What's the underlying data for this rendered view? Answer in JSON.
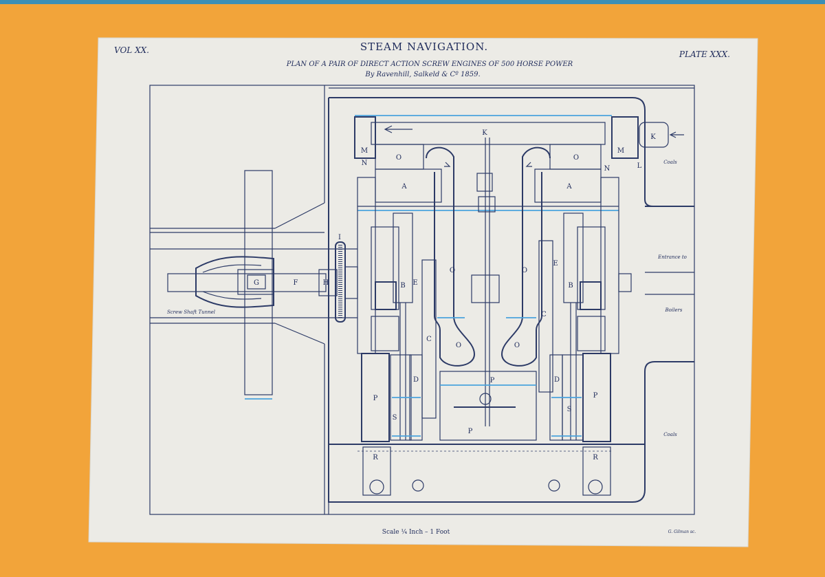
{
  "plate": {
    "vol": "VOL XX.",
    "plate_no": "PLATE XXX.",
    "title": "STEAM NAVIGATION.",
    "subtitle": "PLAN OF A PAIR OF DIRECT ACTION SCREW ENGINES OF 500 HORSE POWER",
    "byline": "By Ravenhill, Salkeld & Cº 1859.",
    "scale": "Scale ¼ Inch – 1 Foot",
    "engraver": "G. Gilman sc."
  },
  "room_labels": {
    "coals_top": "Coals",
    "entrance": "Entrance to",
    "boilers": "Boilers",
    "coals_bottom": "Coals",
    "shaft_tunnel": "Screw Shaft Tunnel"
  },
  "parts": {
    "K": "K",
    "M": "M",
    "N": "N",
    "O": "O",
    "A": "A",
    "L": "L",
    "I": "I",
    "H": "H",
    "F": "F",
    "G": "G",
    "B": "B",
    "E": "E",
    "C": "C",
    "D": "D",
    "P": "P",
    "S": "S",
    "R": "R"
  },
  "colors": {
    "mount": "#f2a43a",
    "paper": "#ecebe6",
    "ink": "#2c3a66",
    "tint": "#4aa3dc"
  }
}
